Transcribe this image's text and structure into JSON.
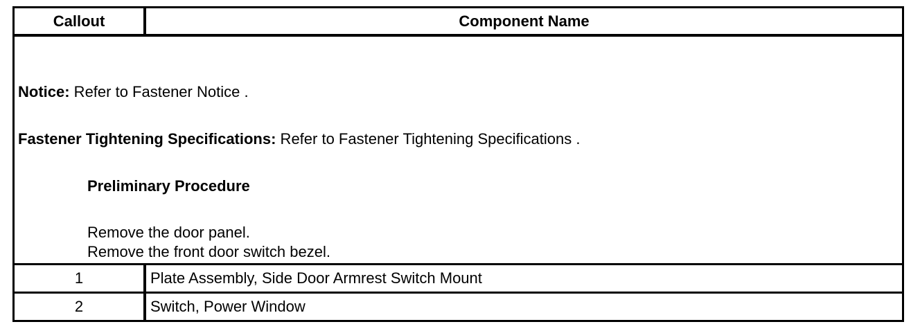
{
  "table": {
    "header": {
      "callout": "Callout",
      "component_name": "Component Name"
    },
    "notes": {
      "notice_label": "Notice:",
      "notice_text": " Refer to Fastener Notice .",
      "fastener_label": "Fastener Tightening Specifications:",
      "fastener_text": " Refer to Fastener Tightening Specifications .",
      "preliminary_heading": "Preliminary Procedure",
      "steps": [
        "Remove the door panel.",
        "Remove the front door switch bezel."
      ]
    },
    "rows": [
      {
        "callout": "1",
        "name": "Plate Assembly, Side Door Armrest Switch Mount"
      },
      {
        "callout": "2",
        "name": "Switch, Power Window"
      }
    ]
  }
}
